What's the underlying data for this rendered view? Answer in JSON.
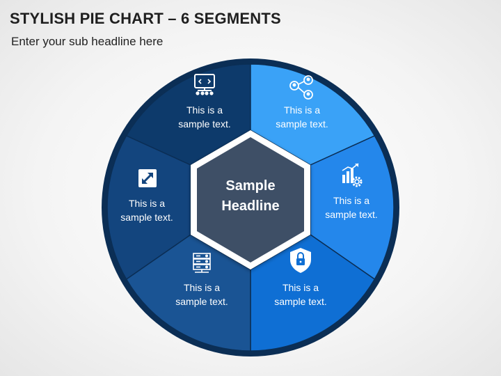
{
  "title": "STYLISH PIE CHART – 6 SEGMENTS",
  "subtitle": "Enter your sub headline here",
  "center": {
    "line1": "Sample",
    "line2": "Headline"
  },
  "segments": [
    {
      "line1": "This is a",
      "line2": "sample text.",
      "icon": "monitor-network-icon",
      "color": "#0d3a6b"
    },
    {
      "line1": "This is a",
      "line2": "sample text.",
      "icon": "people-network-icon",
      "color": "#3aa2f7"
    },
    {
      "line1": "This is a",
      "line2": "sample text.",
      "icon": "chart-gear-icon",
      "color": "#2487eb"
    },
    {
      "line1": "This is a",
      "line2": "sample text.",
      "icon": "shield-lock-icon",
      "color": "#0f6fd4"
    },
    {
      "line1": "This is a",
      "line2": "sample text.",
      "icon": "server-rack-icon",
      "color": "#1a5494"
    },
    {
      "line1": "This is a",
      "line2": "sample text.",
      "icon": "resize-arrow-icon",
      "color": "#13457e"
    }
  ]
}
